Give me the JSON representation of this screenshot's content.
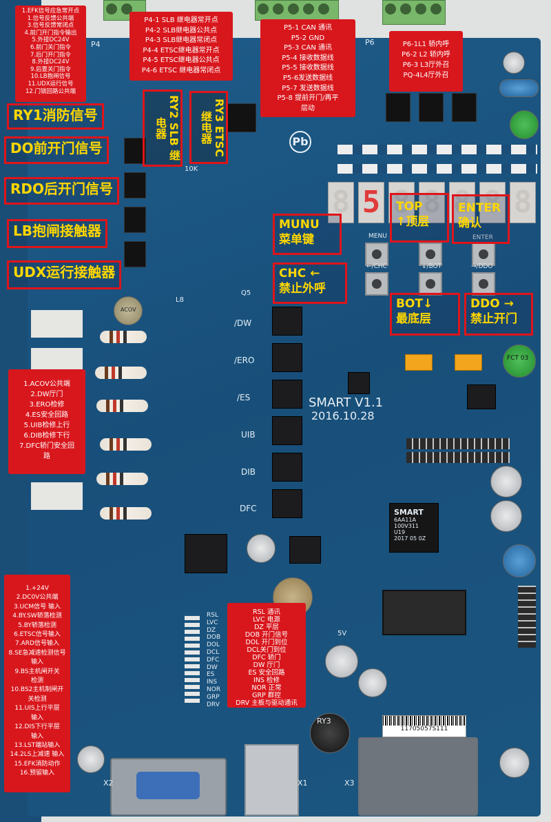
{
  "notes": {
    "top_left": [
      "1.EFK信号应急常开点",
      "1.信号反馈公共端",
      "3.信号反馈常闭点",
      "4.前门开门指令输出",
      "5.外接DC24V",
      "6.前门关门指令",
      "7.后门开门指令",
      "8.外接DC24V",
      "9.后置关门指令",
      "10.LB抱闸信号",
      "11.UDX运行信号",
      "12.门锁回路公共端"
    ],
    "p4": [
      "P4-1 SLB 继电器常开点",
      "P4-2 SLB继电器公共点",
      "P4-3 SLB继电器常闭点",
      "P4-4 ETSC继电器常开点",
      "P4-5 ETSC继电器公共点",
      "P4-6 ETSC 继电器常闭点"
    ],
    "p5": [
      "P5-1 CAN 通讯",
      "P5-2 GND",
      "P5-3 CAN 通讯",
      "P5-4 接收数据线",
      "P5-5 接收数据线",
      "P5-6发送数据线",
      "P5-7 发送数据线",
      "P5-8 提前开门/再平",
      "层动"
    ],
    "p6": [
      "P6-1L1 轿内呼",
      "P6-2 L2 轿内呼",
      "P6-3 L3厅外召",
      "PQ-4L4厅外召"
    ],
    "left_mid": [
      "1.ACOV公共端",
      "2.DW厅门",
      "3.ERO检修",
      "4.ES安全回路",
      "5.UIB检修上行",
      "6.DIB检修下行",
      "7.DFC轿门安全回",
      "路"
    ],
    "bottom_left": [
      "1.+24V",
      "2.DC0V公共端",
      "3.UCM信号 输入",
      "4.BY.SW轿落检测",
      "5.BY轿落检测",
      "6.ETSC信号输入",
      "7.ARD信号输入",
      "8.SE急减速检测信号",
      "输入",
      "9.BS主机闸开关",
      "检测",
      "10.BS2主机制闸开",
      "关检测",
      "11.UIS上行平层",
      "输入",
      "12.DIS下行平层",
      "输入",
      "13.LST端站输入",
      "14.2LS上减速 输入",
      "15.EFK消防动作",
      "16.预留输入"
    ],
    "bottom_mid": [
      "RSL 通讯",
      "LVC 电源",
      "DZ 平层",
      "DOB 开门信号",
      "DOL 开门到位",
      "DCL关门到位",
      "DFC 轿门",
      "DW 厅门",
      "ES 安全回路",
      "INS 检修",
      "NOR 正常",
      "GRP 群控",
      "DRV 主板与驱动通讯"
    ]
  },
  "big_labels": {
    "ry1": "RY1消防信号",
    "do": "DO前开门信号",
    "rdo": "RDO后开门信号",
    "lb": "LB抱闸接触器",
    "udx": "UDX运行接触器",
    "ry2": "RY2 SLB 继电器",
    "ry3": "RY3 ETSC 继电器",
    "menu": [
      "MUNU",
      "菜单键"
    ],
    "top": [
      "TOP",
      "↑顶层"
    ],
    "enter": [
      "ENTER",
      "确认"
    ],
    "chc": [
      "CHC ←",
      "禁止外呼"
    ],
    "bot": [
      "BOT↓",
      "最底层"
    ],
    "ddo": [
      "DDO →",
      "禁止开门"
    ]
  },
  "silkscreen": {
    "model": "SMART V1.1",
    "date": "2016.10.28",
    "chip_brand": "SMART",
    "chip_lines": [
      "6AA11A",
      "100V311",
      "U19",
      "2017 05 0Z"
    ],
    "barcode": "11705057S111",
    "input_labels": [
      "/DW",
      "/ERO",
      "/ES",
      "UIB",
      "DIB",
      "DFC"
    ],
    "led_labels": [
      "RSL",
      "LVC",
      "DZ",
      "DOB",
      "DOL",
      "DCL",
      "DFC",
      "DW",
      "ES",
      "INS",
      "NOR",
      "GRP",
      "DRV"
    ],
    "btn_labels": [
      "MENU",
      "←/CHC",
      "↓/BOT",
      "→/DDO",
      "ENTER"
    ],
    "connectors": [
      "P4",
      "P6",
      "X2",
      "X1",
      "X3"
    ],
    "seg_digits": [
      "8",
      "5",
      "8",
      "8",
      "8",
      "8",
      "8"
    ],
    "misc": [
      "Pb",
      "ACOV",
      "Q5",
      "L8",
      "5V",
      "FCT 03",
      "10K",
      "RY3"
    ]
  }
}
